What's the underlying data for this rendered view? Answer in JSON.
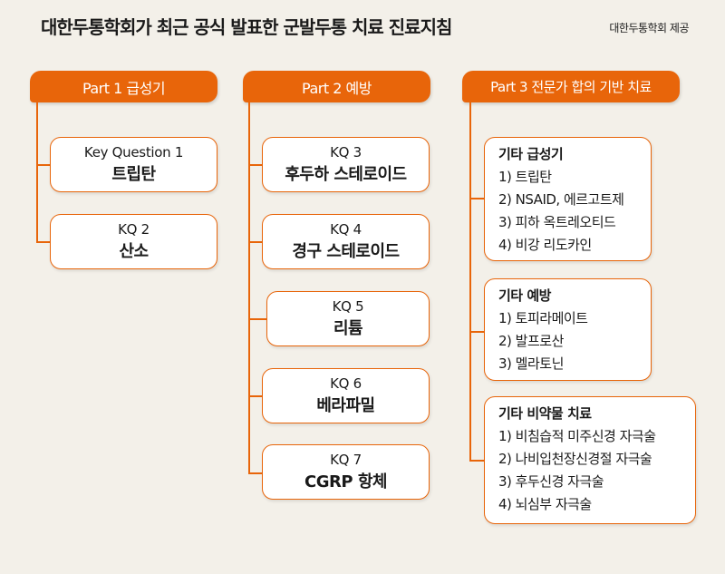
{
  "title": "대한두통학회가 최근 공식 발표한 군발두통 치료 진료지침",
  "credit": "대한두통학회 제공",
  "parts": [
    {
      "label": "Part 1 급성기",
      "items": [
        {
          "kq": "Key Question 1",
          "name": "트립탄"
        },
        {
          "kq": "KQ 2",
          "name": "산소"
        }
      ]
    },
    {
      "label": "Part 2 예방",
      "items": [
        {
          "kq": "KQ 3",
          "name": "후두하 스테로이드"
        },
        {
          "kq": "KQ 4",
          "name": "경구 스테로이드"
        },
        {
          "kq": "KQ 5",
          "name": "리튬"
        },
        {
          "kq": "KQ 6",
          "name": "베라파밀"
        },
        {
          "kq": "KQ 7",
          "name": "CGRP 항체"
        }
      ]
    },
    {
      "label": "Part 3 전문가 합의 기반 치료",
      "groups": [
        {
          "heading": "기타 급성기",
          "items": [
            "1) 트립탄",
            "2) NSAID, 에르고트제",
            "3) 피하 옥트레오티드",
            "4) 비강 리도카인"
          ]
        },
        {
          "heading": "기타 예방",
          "items": [
            "1) 토피라메이트",
            "2) 발프로산",
            "3) 멜라토닌"
          ]
        },
        {
          "heading": "기타 비약물 치료",
          "items": [
            "1) 비침습적 미주신경 자극술",
            "2) 나비입천장신경절 자극술",
            "3) 후두신경 자극술",
            "4) 뇌심부 자극술"
          ]
        }
      ]
    }
  ],
  "colors": {
    "accent": "#e8650a",
    "background": "#f3f0e9"
  }
}
